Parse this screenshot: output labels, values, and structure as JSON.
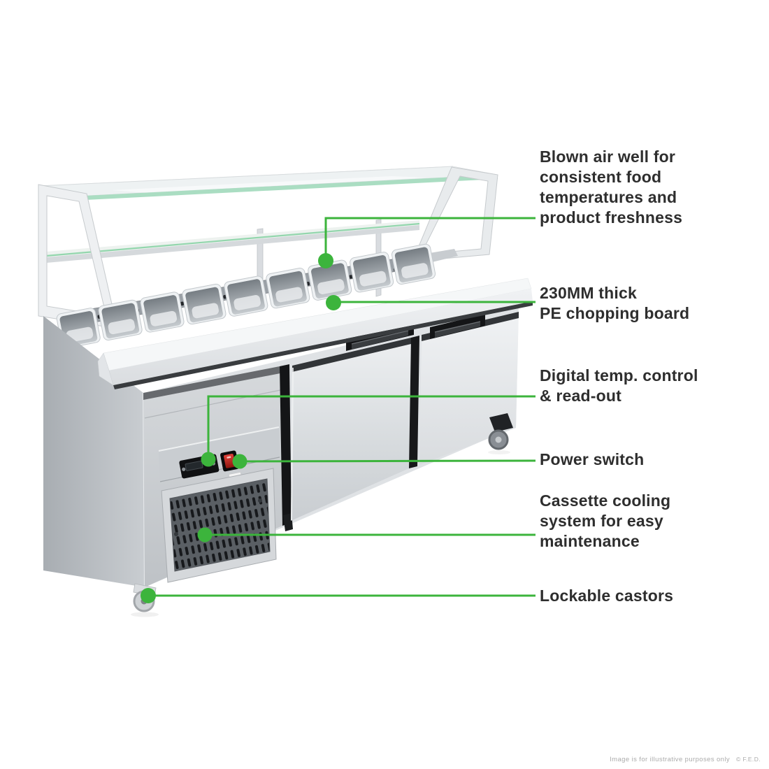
{
  "colors": {
    "accent": "#3cb43c",
    "label_text": "#2e2e2e",
    "footer_text": "#ababab"
  },
  "product_image": "refrigerated-salad-prep-counter-illustration",
  "callouts": [
    {
      "id": "blown-air-well",
      "text": "Blown air well for\nconsistent food\ntemperatures and\nproduct freshness"
    },
    {
      "id": "chopping-board",
      "text": "230MM thick\nPE chopping board"
    },
    {
      "id": "temp-control",
      "text": "Digital temp. control\n& read-out"
    },
    {
      "id": "power-switch",
      "text": "Power switch"
    },
    {
      "id": "cassette-cooling",
      "text": "Cassette cooling\nsystem for easy\nmaintenance"
    },
    {
      "id": "lockable-castors",
      "text": "Lockable castors"
    }
  ],
  "footer": {
    "disclaimer": "Image is for illustrative purposes only",
    "copyright": "© F.E.D."
  }
}
